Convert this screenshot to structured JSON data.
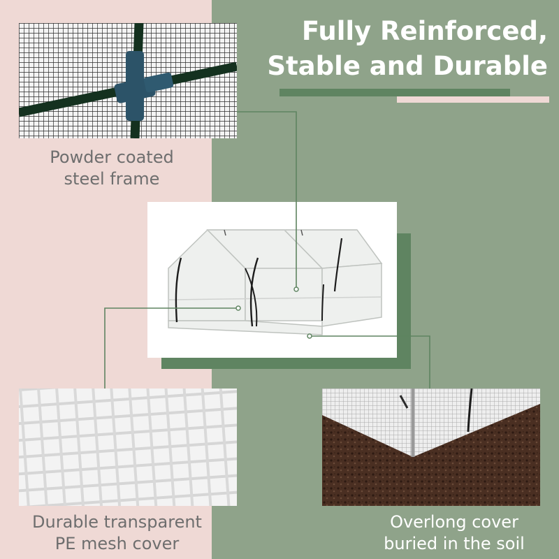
{
  "headline": {
    "line1": "Fully Reinforced,",
    "line2": "Stable and Durable"
  },
  "features": [
    {
      "label_line1": "Powder coated",
      "label_line2": "steel frame",
      "icon": "frame-joint-image"
    },
    {
      "label_line1": "Durable transparent",
      "label_line2": "PE mesh cover",
      "icon": "mesh-closeup-image"
    },
    {
      "label_line1": "Overlong cover",
      "label_line2": "buried in the soil",
      "icon": "soil-closeup-image"
    }
  ],
  "colors": {
    "pink_panel": "#efd9d5",
    "green_panel": "#8fa38a",
    "accent_green": "#5f8461",
    "caption_gray": "#6e6e6e",
    "white": "#ffffff"
  }
}
